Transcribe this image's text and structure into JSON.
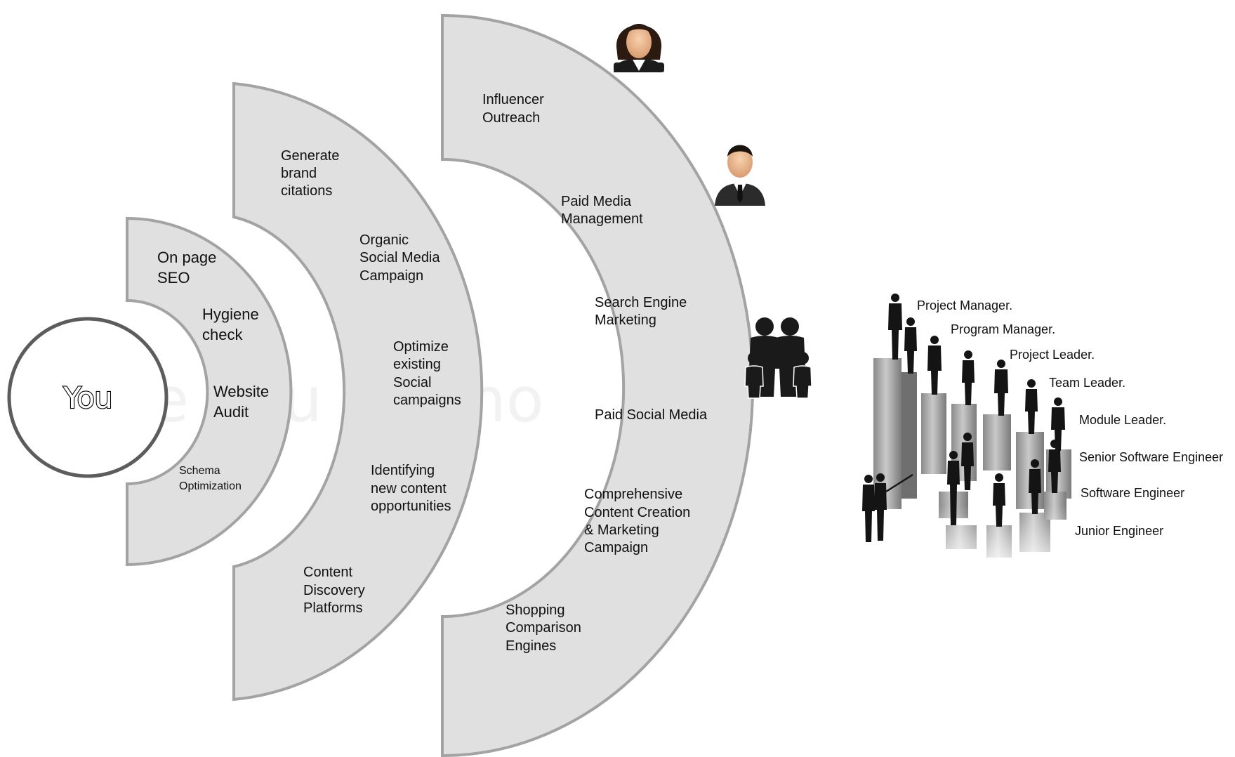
{
  "center_label": "You",
  "watermark": "e you ke cho",
  "colors": {
    "band_fill": "#e0e0e0",
    "band_stroke": "#a3a3a3",
    "circle_stroke": "#5c5c5c",
    "silhouette": "#1a1a1a"
  },
  "ring1": {
    "items": [
      {
        "line1": "On page",
        "line2": "SEO"
      },
      {
        "line1": "Hygiene",
        "line2": "check"
      },
      {
        "line1": "Website",
        "line2": "Audit"
      },
      {
        "line1": "Schema",
        "line2": "Optimization"
      }
    ]
  },
  "ring2": {
    "items": [
      {
        "line1": "Generate",
        "line2": "brand",
        "line3": "citations"
      },
      {
        "line1": "Organic",
        "line2": "Social Media",
        "line3": "Campaign"
      },
      {
        "line1": "Optimize",
        "line2": "existing",
        "line3": "Social",
        "line4": "campaigns"
      },
      {
        "line1": "Identifying",
        "line2": "new content",
        "line3": "opportunities"
      },
      {
        "line1": "Content",
        "line2": "Discovery",
        "line3": "Platforms"
      }
    ]
  },
  "ring3": {
    "items": [
      {
        "line1": "Influencer",
        "line2": "Outreach"
      },
      {
        "line1": "Paid Media",
        "line2": "Management"
      },
      {
        "line1": "Search Engine",
        "line2": "Marketing"
      },
      {
        "line1": "Paid Social Media"
      },
      {
        "line1": "Comprehensive",
        "line2": "Content Creation",
        "line3": "& Marketing",
        "line4": "Campaign"
      },
      {
        "line1": "Shopping",
        "line2": "Comparison",
        "line3": "Engines"
      }
    ]
  },
  "icons": {
    "woman": "businesswoman-icon",
    "man": "businessman-icon",
    "family": "family-icon",
    "hierarchy": "team-hierarchy-silhouettes"
  },
  "roles": [
    "Project Manager.",
    "Program Manager.",
    "Project Leader.",
    "Team Leader.",
    "Module Leader.",
    "Senior Software Engineer",
    "Software Engineer",
    "Junior Engineer"
  ]
}
